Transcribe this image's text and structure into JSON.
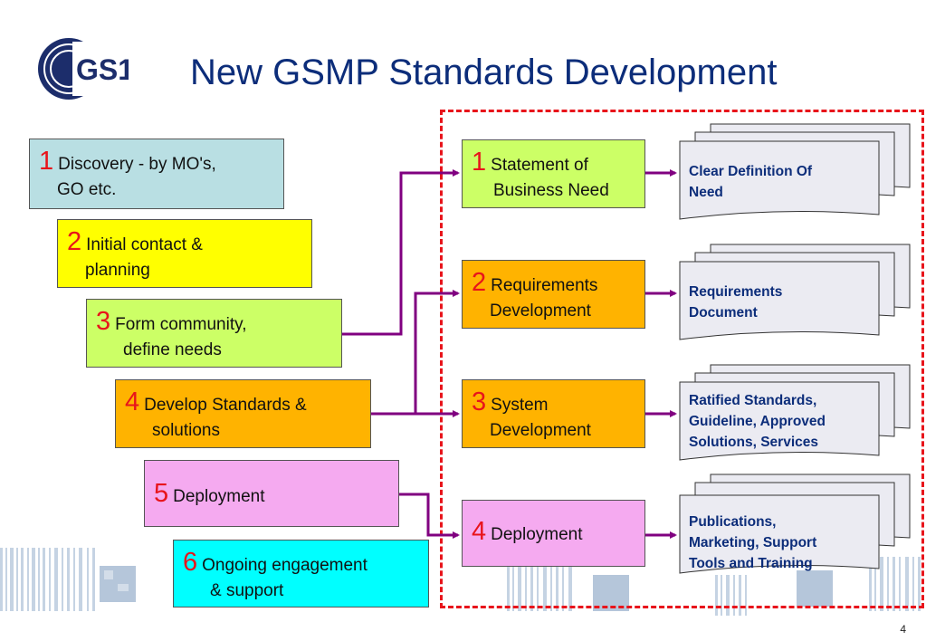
{
  "title": "New GSMP Standards Development",
  "page_number": "4",
  "logo_text": "GS1",
  "left_steps": [
    {
      "num": "1",
      "line1": "Discovery - by MO's,",
      "line2": "GO etc."
    },
    {
      "num": "2",
      "line1": "Initial contact &",
      "line2": "planning"
    },
    {
      "num": "3",
      "line1": "Form community,",
      "line2": "define needs"
    },
    {
      "num": "4",
      "line1": "Develop Standards &",
      "line2": "solutions"
    },
    {
      "num": "5",
      "line1": "Deployment",
      "line2": ""
    },
    {
      "num": "6",
      "line1": "Ongoing engagement",
      "line2": "& support"
    }
  ],
  "right_steps": [
    {
      "num": "1",
      "line1": "Statement of",
      "line2": "Business Need"
    },
    {
      "num": "2",
      "line1": "Requirements",
      "line2": "Development"
    },
    {
      "num": "3",
      "line1": "System",
      "line2": "Development"
    },
    {
      "num": "4",
      "line1": "Deployment",
      "line2": ""
    }
  ],
  "documents": [
    {
      "line1": "Clear Definition Of",
      "line2": "Need",
      "line3": ""
    },
    {
      "line1": "Requirements",
      "line2": "Document",
      "line3": ""
    },
    {
      "line1": "Ratified Standards,",
      "line2": "Guideline, Approved",
      "line3": "Solutions, Services"
    },
    {
      "line1": "Publications,",
      "line2": "Marketing, Support",
      "line3": "Tools and Training"
    }
  ],
  "colors": {
    "title": "#0c2d7a",
    "number": "#e8141b",
    "connector": "#800080",
    "dashed_border": "#e8141b",
    "step1": "#b9dfe3",
    "step2": "#ffff00",
    "step3": "#ccff66",
    "step4": "#ffb300",
    "step5": "#f5aaf0",
    "step6": "#00ffff",
    "document": "#ebebf2"
  }
}
